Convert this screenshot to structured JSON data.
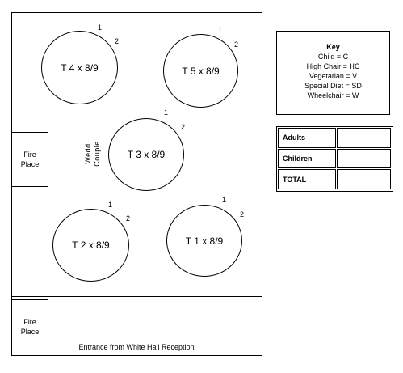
{
  "room": {
    "fireplaces": [
      {
        "line1": "Fire",
        "line2": "Place"
      },
      {
        "line1": "Fire",
        "line2": "Place"
      }
    ],
    "entrance": "Entrance from White Hall Reception",
    "wedding_couple": {
      "line1": "Wedd",
      "line2": "Couple"
    }
  },
  "tables": [
    {
      "label": "T 4 x 8/9",
      "seat1": "1",
      "seat2": "2"
    },
    {
      "label": "T 5 x 8/9",
      "seat1": "1",
      "seat2": "2"
    },
    {
      "label": "T 3 x 8/9",
      "seat1": "1",
      "seat2": "2"
    },
    {
      "label": "T 2 x 8/9",
      "seat1": "1",
      "seat2": "2"
    },
    {
      "label": "T 1 x 8/9",
      "seat1": "1",
      "seat2": "2"
    }
  ],
  "key": {
    "title": "Key",
    "items": [
      "Child = C",
      "High Chair = HC",
      "Vegetarian = V",
      "Special Diet = SD",
      "Wheelchair = W"
    ]
  },
  "counts": {
    "rows": [
      {
        "label": "Adults",
        "value": ""
      },
      {
        "label": "Children",
        "value": ""
      },
      {
        "label": "TOTAL",
        "value": ""
      }
    ]
  }
}
